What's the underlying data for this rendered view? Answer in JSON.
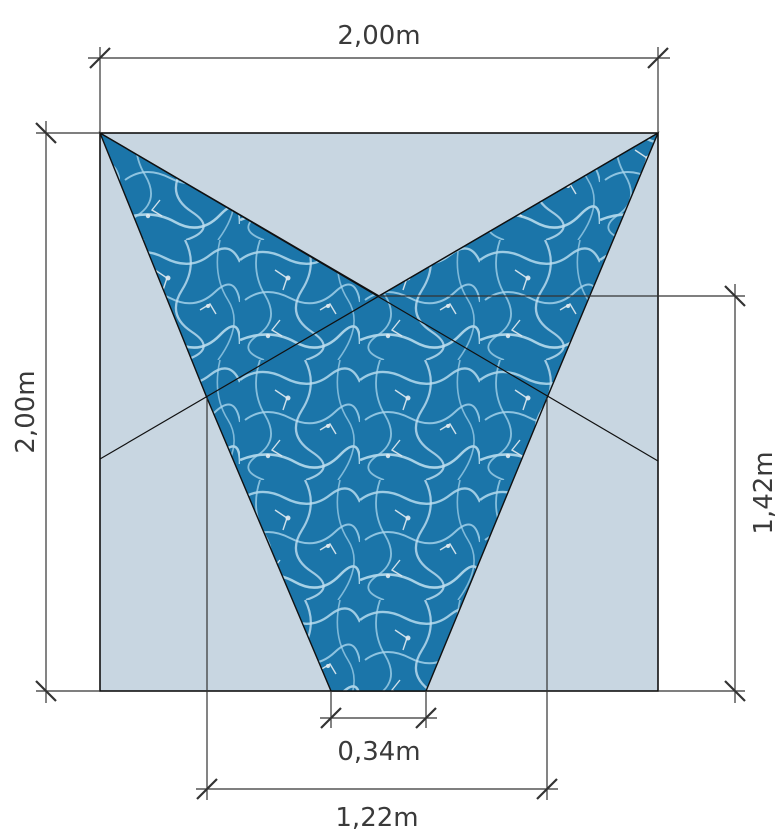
{
  "drawing": {
    "dimensions": {
      "width_top": "2,00m",
      "height_left": "2,00m",
      "height_right": "1,42m",
      "bottom_opening": "0,34m",
      "crossing_span": "1,22m"
    },
    "colors": {
      "square_fill": "#c8d6e1",
      "water_base": "#1c79ad",
      "water_dark": "#0d5c8c",
      "water_caustic": "#bfe8fb",
      "line": "#111111"
    }
  }
}
